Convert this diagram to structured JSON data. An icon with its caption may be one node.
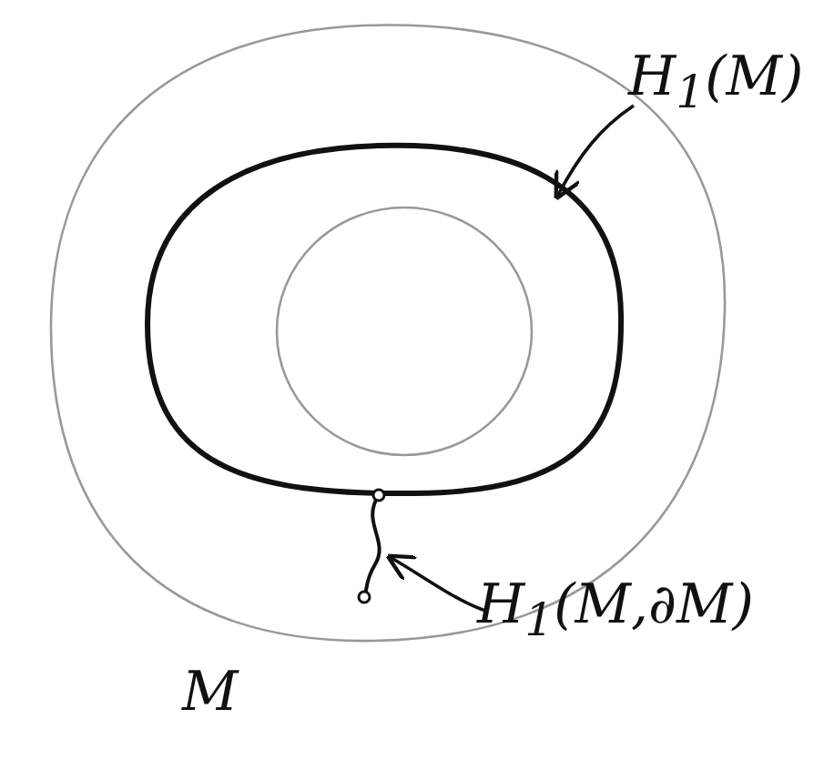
{
  "diagram": {
    "nodes": [
      {
        "text": [
          "H$_{1}$(M)"
        ]
      },
      {
        "text": [],
        "shape": "circle"
      },
      {
        "text": [
          "H$_{1}$(M,∂M)"
        ]
      },
      {
        "text": [],
        "shape": "picture"
      }
    ],
    "edges": [
      {
        "from": 0,
        "to": 1,
        "arrow": "to"
      },
      {
        "from": 2,
        "to": 3,
        "arrow": "to"
      }
    ],
    "labels": [
      "M"
    ]
  }
}
